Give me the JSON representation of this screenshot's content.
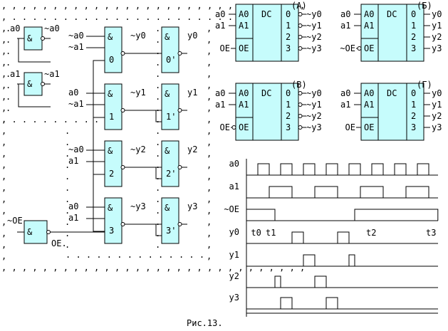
{
  "figure_caption": "Рис.13.",
  "colors": {
    "block_fill": "#c6fcfc",
    "line": "#000000",
    "background": "#ffffff"
  },
  "circuit": {
    "inverters": [
      {
        "input": "a0",
        "output": "~a0",
        "gate": "&"
      },
      {
        "input": "a1",
        "output": "~a1",
        "gate": "&"
      }
    ],
    "oe_gate": {
      "input": "~OE",
      "output": "OE.",
      "gate": "&"
    },
    "decode_gates": [
      {
        "inputs": [
          "~a0",
          "~a1"
        ],
        "gate": "&",
        "index": "0",
        "output": "~y0"
      },
      {
        "inputs": [
          "a0",
          "~a1"
        ],
        "gate": "&",
        "index": "1",
        "output": "~y1"
      },
      {
        "inputs": [
          "~a0",
          "a1"
        ],
        "gate": "&",
        "index": "2",
        "output": "~y2"
      },
      {
        "inputs": [
          "a0",
          "a1"
        ],
        "gate": "&",
        "index": "3",
        "output": "~y3"
      }
    ],
    "output_gates": [
      {
        "gate": "&",
        "index": "0'",
        "output": "y0"
      },
      {
        "gate": "&",
        "index": "1'",
        "output": "y1"
      },
      {
        "gate": "&",
        "index": "2'",
        "output": "y2"
      },
      {
        "gate": "&",
        "index": "3'",
        "output": "y3"
      }
    ]
  },
  "decoders": [
    {
      "label": "(А)",
      "title": "DC",
      "inputs": [
        "a0",
        "a1"
      ],
      "input_pins": [
        "A0",
        "A1"
      ],
      "enable_signal": "OE",
      "enable_pin": "OE",
      "enable_inverted": false,
      "pins": [
        "0",
        "1",
        "2",
        "3"
      ],
      "outputs": [
        "~y0",
        "~y1",
        "~y2",
        "~y3"
      ],
      "outputs_inverted": true
    },
    {
      "label": "(Б)",
      "title": "DC",
      "inputs": [
        "a0",
        "a1"
      ],
      "input_pins": [
        "A0",
        "A1"
      ],
      "enable_signal": "~OE",
      "enable_pin": "OE",
      "enable_inverted": true,
      "pins": [
        "0",
        "1",
        "2",
        "3"
      ],
      "outputs": [
        "y0",
        "y1",
        "y2",
        "y3"
      ],
      "outputs_inverted": false
    },
    {
      "label": "(В)",
      "title": "DC",
      "inputs": [
        "a0",
        "a1"
      ],
      "input_pins": [
        "A0",
        "A1"
      ],
      "enable_signal": "OE",
      "enable_pin": "OE",
      "enable_inverted": true,
      "pins": [
        "0",
        "1",
        "2",
        "3"
      ],
      "outputs": [
        "~y0",
        "~y1",
        "~y2",
        "~y3"
      ],
      "outputs_inverted": true
    },
    {
      "label": "(Г)",
      "title": "DC",
      "inputs": [
        "a0",
        "a1"
      ],
      "input_pins": [
        "A0",
        "A1"
      ],
      "enable_signal": "OE",
      "enable_pin": "OE",
      "enable_inverted": false,
      "pins": [
        "0",
        "1",
        "2",
        "3"
      ],
      "outputs": [
        "y0",
        "y1",
        "y2",
        "y3"
      ],
      "outputs_inverted": false
    }
  ],
  "timing": {
    "time_unit_note": "units of half a0 period",
    "total_units": 16,
    "markers": [
      {
        "label": "t0",
        "t": 0.4
      },
      {
        "label": "t1",
        "t": 2.0
      },
      {
        "label": "t2",
        "t": 10.5
      },
      {
        "label": "t3",
        "t": 16
      }
    ],
    "signals": [
      {
        "name": "a0",
        "pulses": [
          [
            1,
            2
          ],
          [
            3,
            4
          ],
          [
            5,
            6
          ],
          [
            7,
            8
          ],
          [
            9,
            10
          ],
          [
            11,
            12
          ],
          [
            13,
            14
          ],
          [
            15,
            16
          ]
        ]
      },
      {
        "name": "a1",
        "pulses": [
          [
            2,
            4
          ],
          [
            6,
            8
          ],
          [
            10,
            12
          ],
          [
            14,
            16
          ]
        ]
      },
      {
        "name": "~OE",
        "pulses": [
          [
            0,
            2.5
          ],
          [
            9.5,
            16.8
          ]
        ]
      },
      {
        "name": "y0",
        "pulses": [
          [
            4,
            5
          ],
          [
            8,
            9
          ]
        ]
      },
      {
        "name": "y1",
        "pulses": [
          [
            5,
            6
          ],
          [
            9,
            9.5
          ]
        ]
      },
      {
        "name": "y2",
        "pulses": [
          [
            2.5,
            3
          ],
          [
            6,
            7
          ]
        ]
      },
      {
        "name": "y3",
        "pulses": [
          [
            3,
            4
          ],
          [
            7,
            8
          ]
        ]
      }
    ]
  }
}
